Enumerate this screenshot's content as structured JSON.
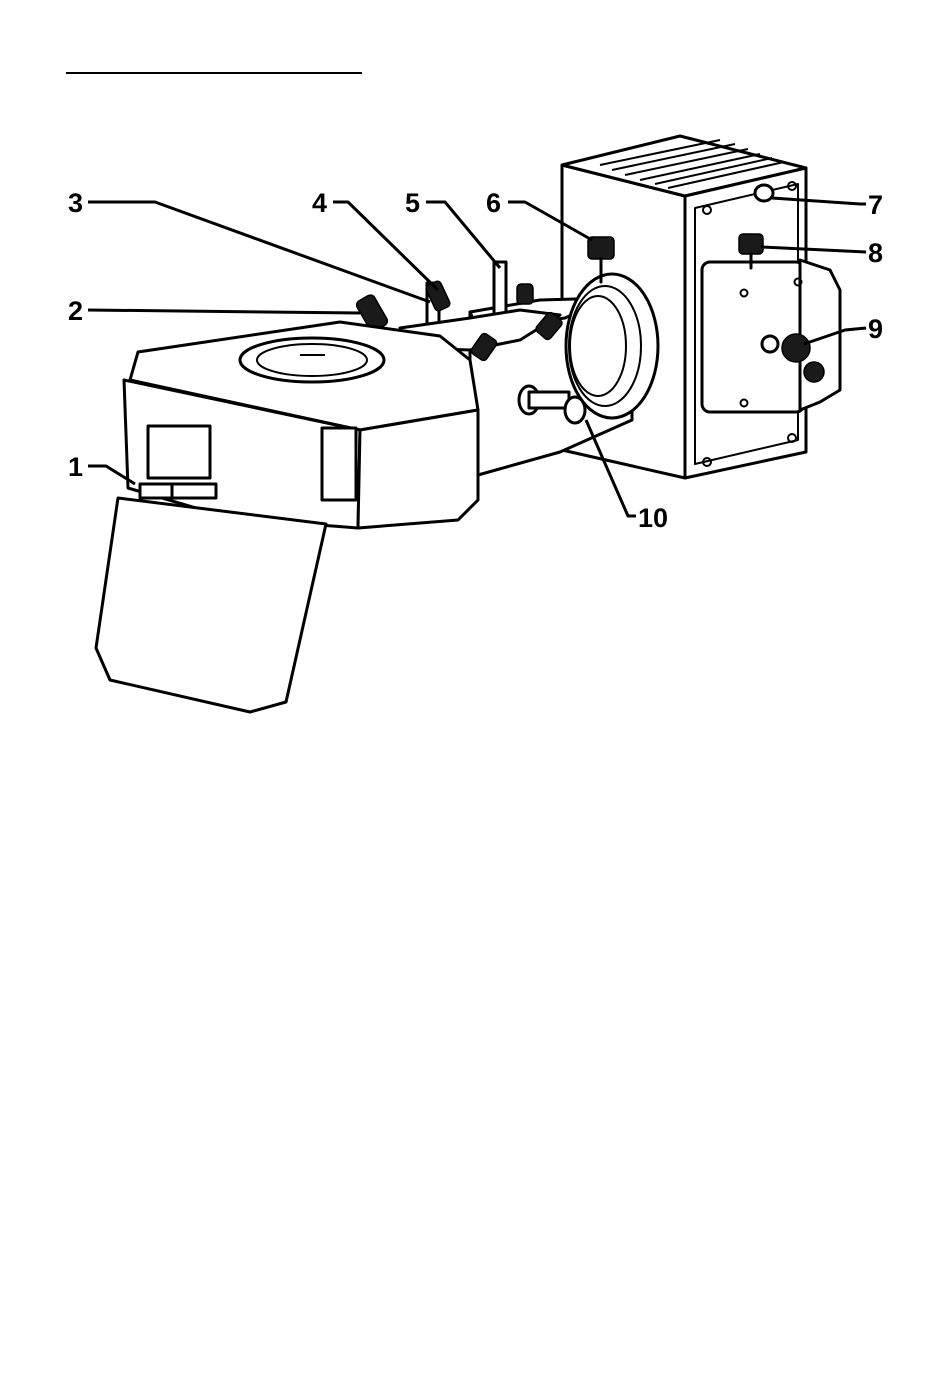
{
  "callouts": [
    {
      "id": 1,
      "label": "1"
    },
    {
      "id": 2,
      "label": "2"
    },
    {
      "id": 3,
      "label": "3"
    },
    {
      "id": 4,
      "label": "4"
    },
    {
      "id": 5,
      "label": "5"
    },
    {
      "id": 6,
      "label": "6"
    },
    {
      "id": 7,
      "label": "7"
    },
    {
      "id": 8,
      "label": "8"
    },
    {
      "id": 9,
      "label": "9"
    },
    {
      "id": 10,
      "label": "10"
    }
  ],
  "colors": {
    "ink": "#000000",
    "paper": "#ffffff"
  }
}
